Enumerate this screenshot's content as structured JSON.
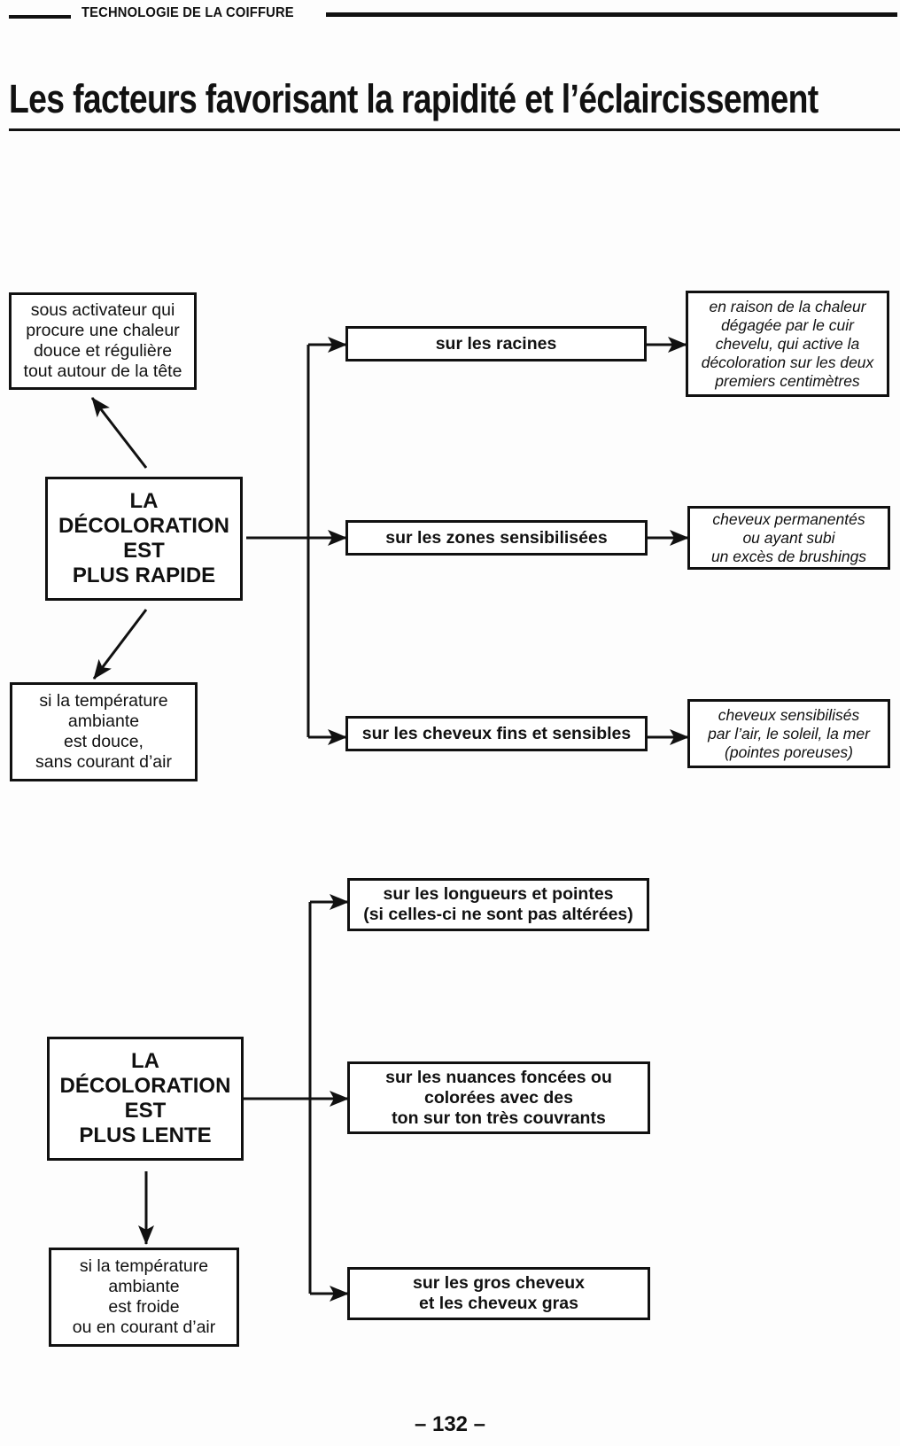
{
  "header": {
    "section_label": "TECHNOLOGIE DE LA COIFFURE",
    "title": "Les facteurs favorisant la rapidité et l’éclaircissement"
  },
  "diagram": {
    "faster": {
      "main": "LA\nDÉCOLORATION\nEST\nPLUS RAPIDE",
      "condition_activator": "sous activateur qui\nprocure une chaleur\ndouce et régulière\ntout autour de la tête",
      "condition_temperature": "si la température\nambiante\nest douce,\nsans courant d’air",
      "branches": [
        {
          "label": "sur les racines",
          "explanation": "en raison de la chaleur\ndégagée par le cuir\nchevelu, qui active la\ndécoloration sur les deux\npremiers centimètres"
        },
        {
          "label": "sur les zones sensibilisées",
          "explanation": "cheveux permanentés\nou ayant subi\nun excès de brushings"
        },
        {
          "label": "sur les cheveux fins et sensibles",
          "explanation": "cheveux sensibilisés\npar l’air, le soleil, la mer\n(pointes poreuses)"
        }
      ]
    },
    "slower": {
      "main": "LA\nDÉCOLORATION\nEST\nPLUS LENTE",
      "condition_temperature": "si la température\nambiante\nest froide\nou en courant d’air",
      "branches": [
        {
          "label": "sur les longueurs et pointes\n(si celles-ci ne sont pas altérées)"
        },
        {
          "label": "sur les nuances foncées ou\ncolorées avec des\nton sur ton très couvrants"
        },
        {
          "label": "sur les gros cheveux\net les cheveux gras"
        }
      ]
    }
  },
  "footer": {
    "page_number": "– 132 –"
  }
}
